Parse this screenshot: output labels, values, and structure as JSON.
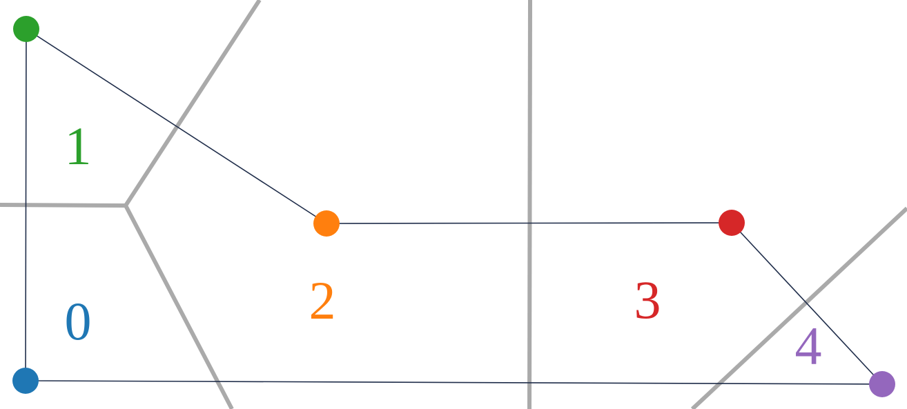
{
  "colors": {
    "cell_edge": "#aaaaaa",
    "path": "#1f2d4a",
    "background": "#ffffff"
  },
  "points": [
    {
      "id": "0",
      "label": "0",
      "color": "#1f77b4"
    },
    {
      "id": "1",
      "label": "1",
      "color": "#2ca02c"
    },
    {
      "id": "2",
      "label": "2",
      "color": "#ff7f0e"
    },
    {
      "id": "3",
      "label": "3",
      "color": "#d62728"
    },
    {
      "id": "4",
      "label": "4",
      "color": "#9467bd"
    }
  ],
  "path_order": [
    "0",
    "1",
    "2",
    "3",
    "4",
    "0"
  ]
}
